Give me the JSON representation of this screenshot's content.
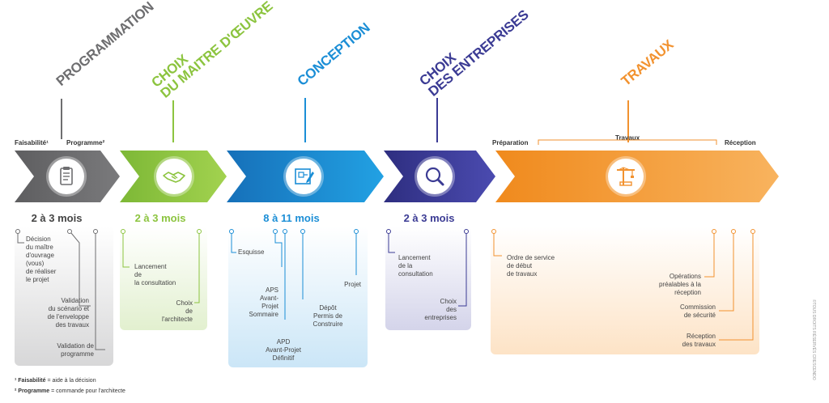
{
  "colors": {
    "gray": "#6e6e70",
    "green": "#8cc43f",
    "blue": "#1b8ed6",
    "navy": "#3b3b94",
    "orange": "#f2922f"
  },
  "phases": [
    {
      "title_lines": [
        "PROGRAMMATION"
      ],
      "duration": "2 à 3 mois",
      "icon": "clipboard-icon"
    },
    {
      "title_lines": [
        "CHOIX",
        "DU MAITRE D'ŒUVRE"
      ],
      "duration": "2 à 3 mois",
      "icon": "handshake-icon"
    },
    {
      "title_lines": [
        "CONCEPTION"
      ],
      "duration": "8 à 11 mois",
      "icon": "blueprint-icon"
    },
    {
      "title_lines": [
        "CHOIX",
        "DES ENTREPRISES"
      ],
      "duration": "2 à 3 mois",
      "icon": "search-icon"
    },
    {
      "title_lines": [
        "TRAVAUX"
      ],
      "duration": "",
      "icon": "crane-icon"
    }
  ],
  "sublabels": {
    "faisabilite": "Faisabilité¹",
    "programme": "Programme²",
    "preparation": "Préparation",
    "travaux": "Travaux",
    "reception": "Réception"
  },
  "steps": {
    "programmation": [
      "Décision\ndu maître\nd'ouvrage\n(vous)\nde réaliser\nle projet",
      "Validation\ndu scénario et\nde l'enveloppe\ndes travaux",
      "Validation de\nprogramme"
    ],
    "moe": [
      "Lancement\nde\nla consultation",
      "Choix\nde\nl'architecte"
    ],
    "conception": [
      "Esquisse",
      "APS\nAvant-\nProjet\nSommaire",
      "APD\nAvant-Projet\nDéfinitif",
      "Dépôt\nPermis de\nConstruire",
      "Projet"
    ],
    "entreprises": [
      "Lancement\nde la\nconsultation",
      "Choix\ndes\nentreprises"
    ],
    "travaux": [
      "Ordre de service\nde début\nde travaux",
      "Opérations\npréalables à la\nréception",
      "Commission\nde sécurité",
      "Réception\ndes travaux"
    ]
  },
  "footnotes": [
    {
      "key": "¹ Faisabilité",
      "text": " = aide à la décision"
    },
    {
      "key": "² Programme",
      "text": " = commande pour l'architecte"
    }
  ],
  "copyright": "©TOUS DROITS RÉSERVÉS CRESCENDO"
}
